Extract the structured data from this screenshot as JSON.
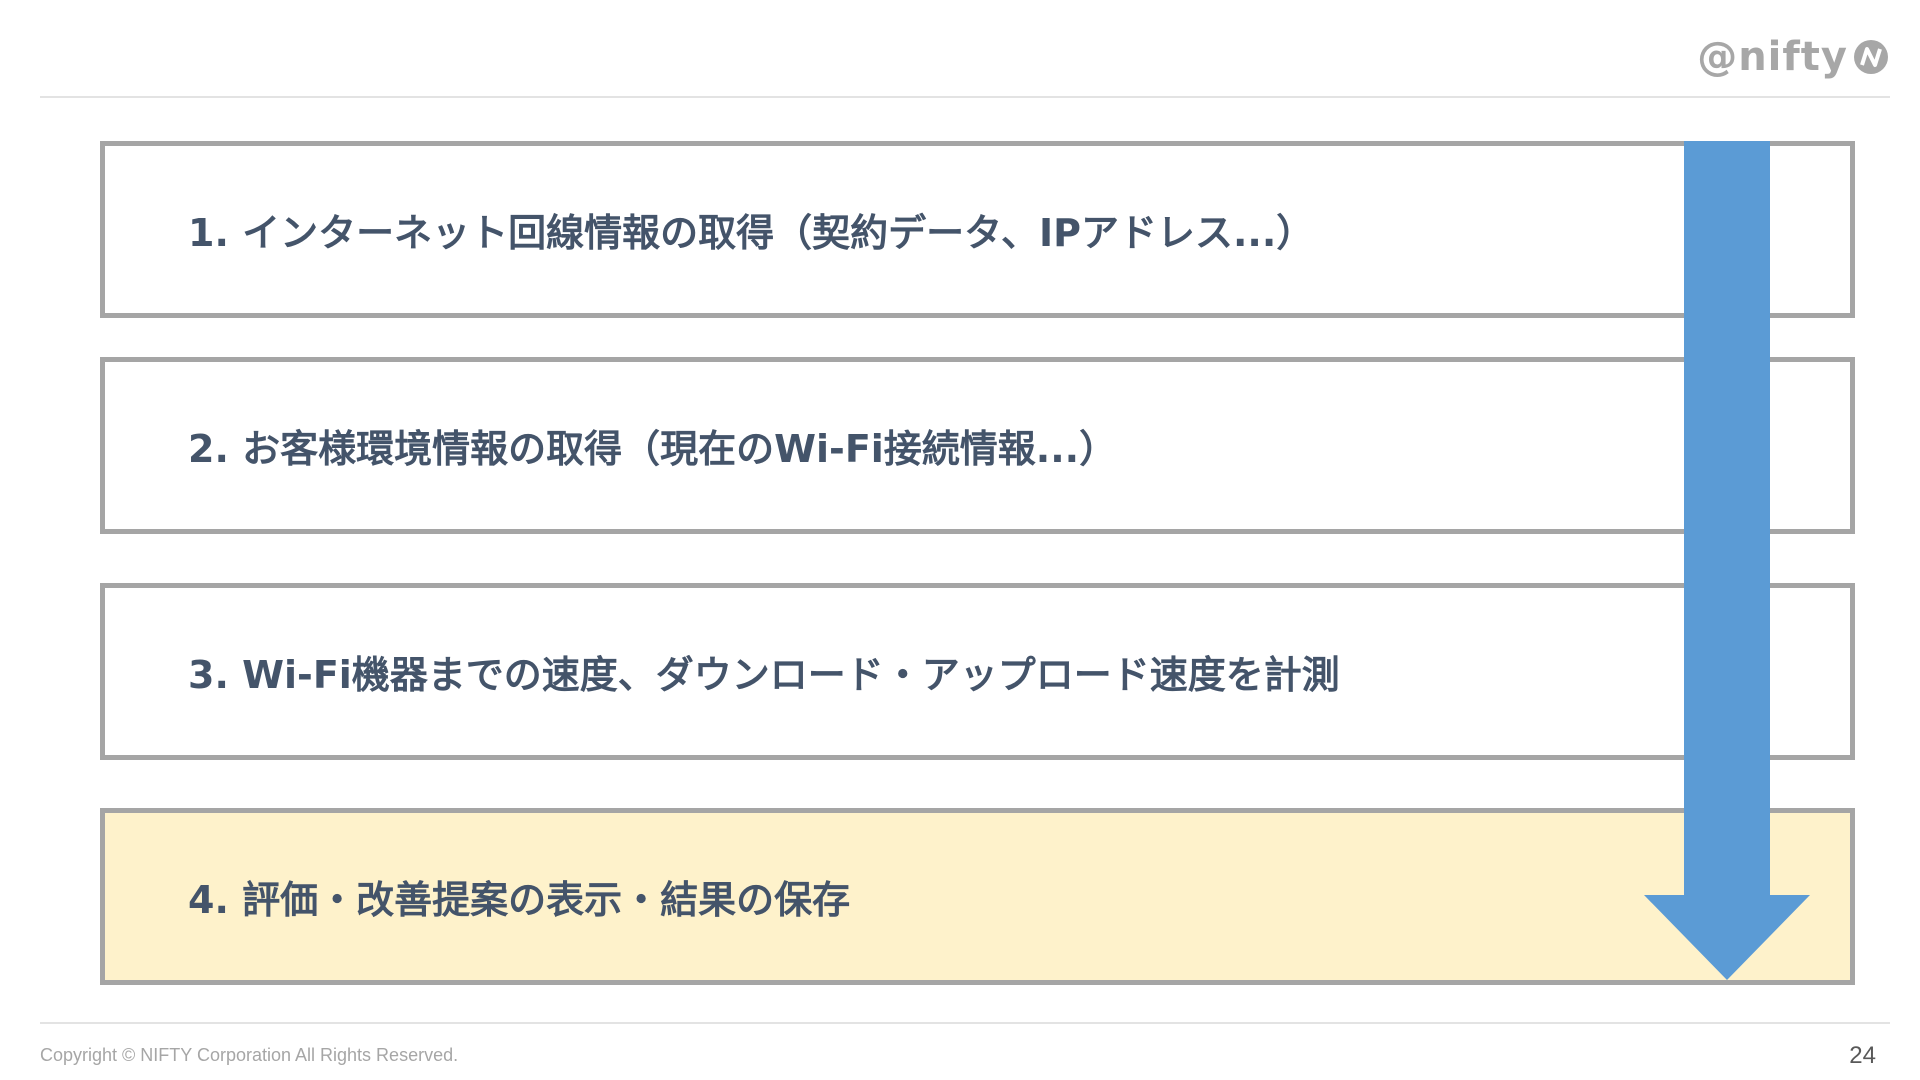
{
  "header": {
    "logo_text": "@nifty"
  },
  "steps": [
    {
      "label": "1. インターネット回線情報の取得（契約データ、IPアドレス...）",
      "highlighted": false
    },
    {
      "label": "2. お客様環境情報の取得（現在のWi-Fi接続情報...）",
      "highlighted": false
    },
    {
      "label": "3. Wi-Fi機器までの速度、ダウンロード・アップロード速度を計測",
      "highlighted": false
    },
    {
      "label": "4. 評価・改善提案の表示・結果の保存",
      "highlighted": true
    }
  ],
  "colors": {
    "step_text": "#44546a",
    "step_border": "#a5a5a5",
    "highlight_fill": "#fef2cb",
    "arrow": "#5b9bd5",
    "logo": "#a7a7a7"
  },
  "footer": {
    "copyright": "Copyright © NIFTY Corporation All Rights Reserved.",
    "page_number": "24"
  }
}
